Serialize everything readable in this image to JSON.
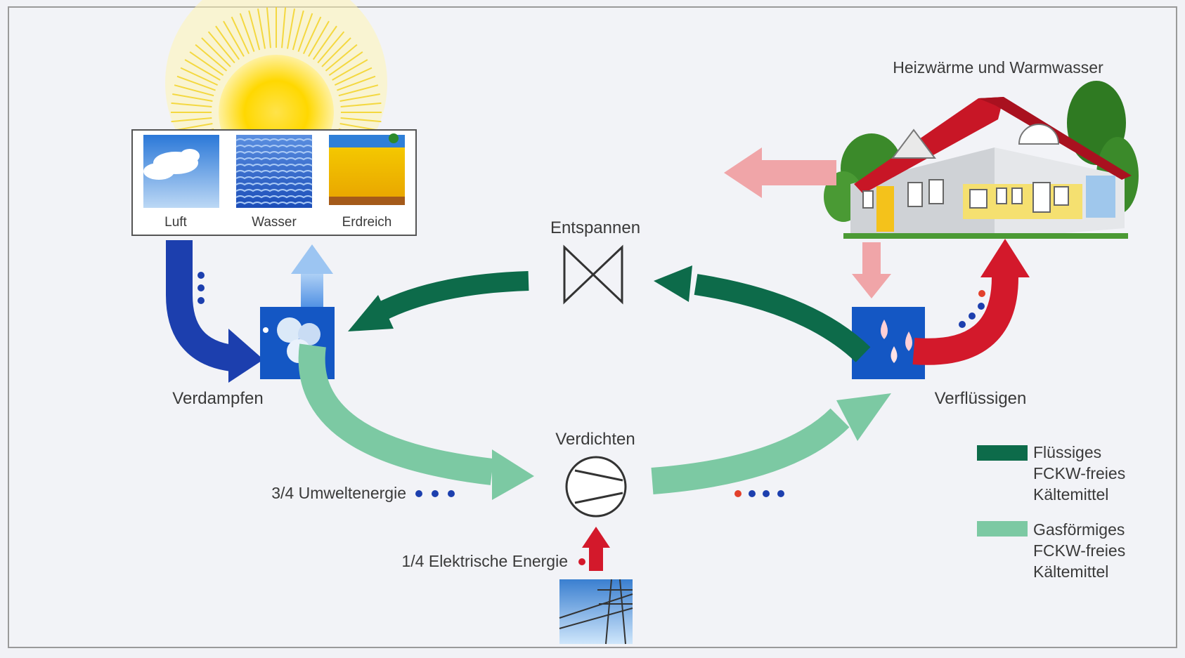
{
  "sources": {
    "luft": "Luft",
    "wasser": "Wasser",
    "erdreich": "Erdreich"
  },
  "house_label": "Heizwärme und Warmwasser",
  "stages": {
    "expand": "Entspannen",
    "evaporate": "Verdampfen",
    "condense": "Verflüssigen",
    "compress": "Verdichten"
  },
  "energy": {
    "environment": "3/4 Umweltenergie",
    "electric": "1/4 Elektrische Energie"
  },
  "legend": {
    "liquid": [
      "Flüssiges",
      "FCKW-freies",
      "Kältemittel"
    ],
    "gaseous": [
      "Gasförmiges",
      "FCKW-freies",
      "Kältemittel"
    ]
  },
  "colors": {
    "liquid": "#0d6b4a",
    "gaseous": "#7cc9a3",
    "heat": "#d3192b",
    "cold": "#1f4fb8",
    "return_pink": "#f0a5a8",
    "box_blue": "#1457c4"
  }
}
